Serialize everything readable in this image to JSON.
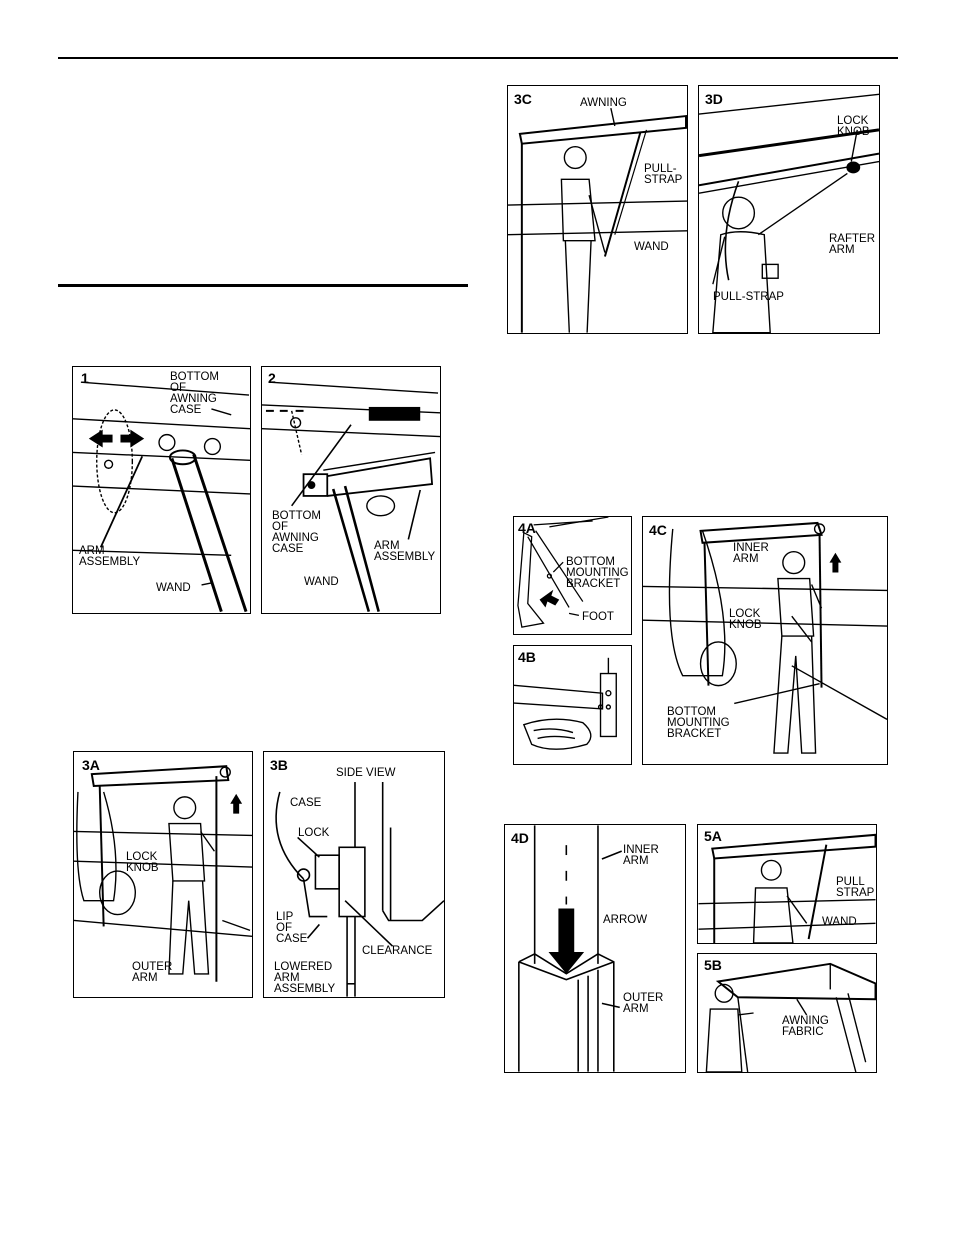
{
  "panels": {
    "p1": {
      "num": "1",
      "labels": [
        "BOTTOM\nOF\nAWNING\nCASE",
        "ARM\nASSEMBLY",
        "WAND"
      ]
    },
    "p2": {
      "num": "2",
      "labels": [
        "BOTTOM\nOF\nAWNING\nCASE",
        "ARM\nASSEMBLY",
        "WAND"
      ]
    },
    "p3a": {
      "num": "3A",
      "labels": [
        "LOCK\nKNOB",
        "OUTER\nARM"
      ]
    },
    "p3b": {
      "num": "3B",
      "labels": [
        "SIDE VIEW",
        "CASE",
        "LOCK",
        "LIP\nOF\nCASE",
        "CLEARANCE",
        "LOWERED\nARM\nASSEMBLY"
      ]
    },
    "p3c": {
      "num": "3C",
      "labels": [
        "AWNING",
        "PULL-\nSTRAP",
        "WAND"
      ]
    },
    "p3d": {
      "num": "3D",
      "labels": [
        "LOCK\nKNOB",
        "RAFTER\nARM",
        "PULL-STRAP"
      ]
    },
    "p4a": {
      "num": "4A",
      "labels": [
        "BOTTOM\nMOUNTING\nBRACKET",
        "FOOT"
      ]
    },
    "p4b": {
      "num": "4B",
      "labels": []
    },
    "p4c": {
      "num": "4C",
      "labels": [
        "INNER\nARM",
        "LOCK\nKNOB",
        "BOTTOM\nMOUNTING\nBRACKET"
      ]
    },
    "p4d": {
      "num": "4D",
      "labels": [
        "INNER\nARM",
        "ARROW",
        "OUTER\nARM"
      ]
    },
    "p5a": {
      "num": "5A",
      "labels": [
        "PULL\nSTRAP",
        "WAND"
      ]
    },
    "p5b": {
      "num": "5B",
      "labels": [
        "AWNING\nFABRIC"
      ]
    }
  }
}
